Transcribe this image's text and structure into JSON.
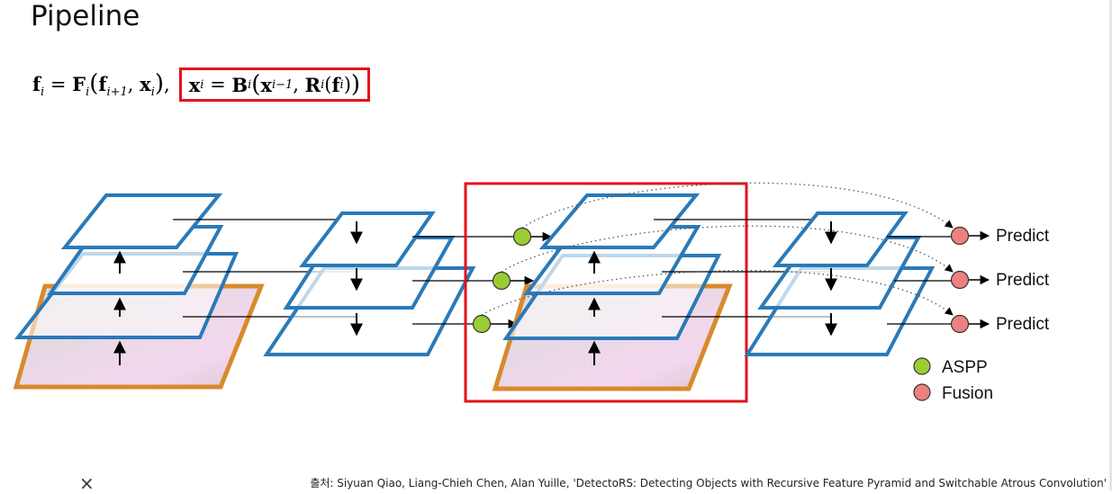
{
  "title": "Pipeline",
  "formula": {
    "left": "f_i = F_i(f_{i+1}, x_i),",
    "boxed": "x_i = B_i(x_{i-1}, R_i(f_i))"
  },
  "diagram": {
    "outputs": [
      "Predict",
      "Predict",
      "Predict"
    ],
    "legend": [
      {
        "label": "ASPP",
        "color": "#9acd32"
      },
      {
        "label": "Fusion",
        "color": "#f08080"
      }
    ],
    "colors": {
      "plane": "#2a7ab8",
      "highlight": "#e3121a",
      "image_frame": "#d88a2c"
    }
  },
  "source": "출처: Siyuan Qiao, Liang-Chieh Chen, Alan Yuille, 'DetectoRS: Detecting Objects with Recursive Feature Pyramid and Switchable Atrous Convolution'",
  "close_icon": "×"
}
